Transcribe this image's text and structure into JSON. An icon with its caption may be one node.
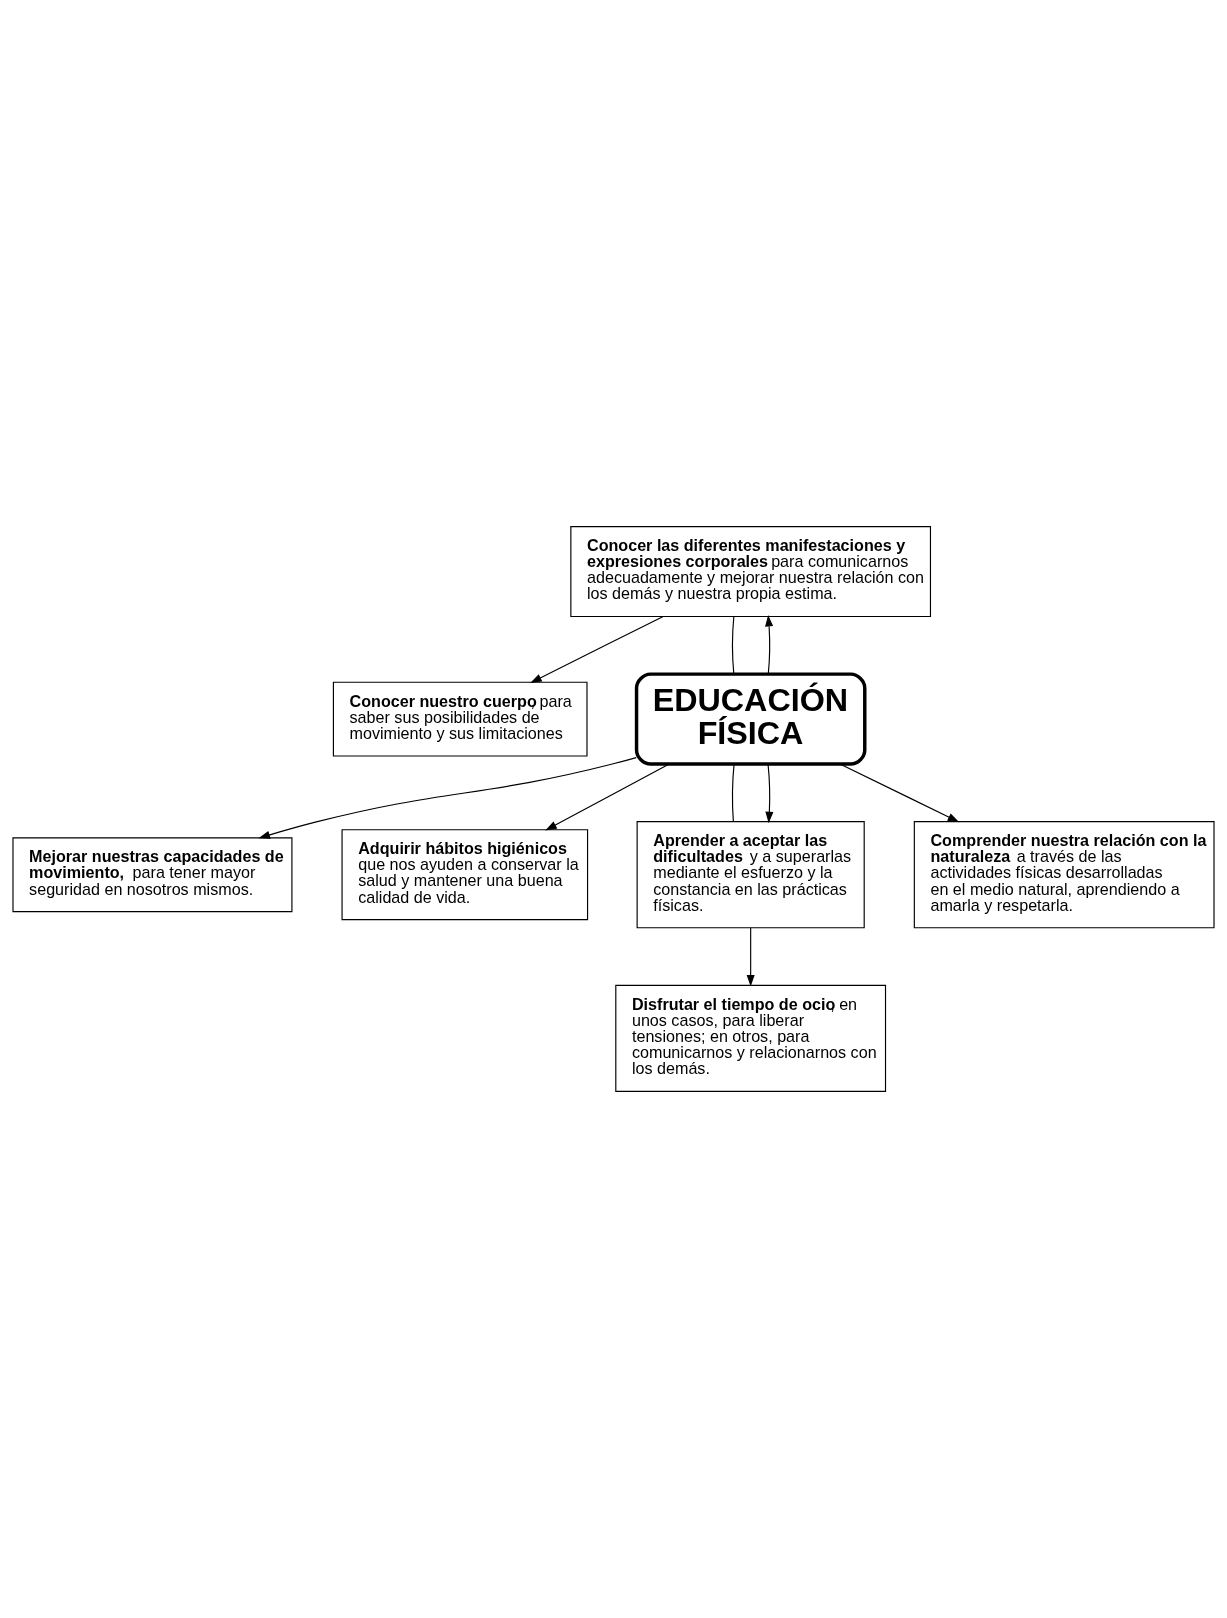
{
  "diagram": {
    "nodes": [
      {
        "text": [
          "**Conocer nuestro cuerpo**, para saber sus posibilidades de movimiento y sus limitaciones"
        ]
      },
      {
        "text": [
          "**Mejorar nuestras capacidades de movimiento,** para tener mayor seguridad en nosotros mismos."
        ]
      },
      {
        "text": [
          "**Conocer las diferentes manifestaciones y expresiones corporales** para comunicarnos adecuadamente y mejorar nuestra relación con los demás y nuestra propia estima."
        ]
      },
      {
        "text": [
          "EDUCACIÓN FÍSICA"
        ]
      },
      {
        "text": [
          "**Adquirir hábitos higiénicos** que nos ayuden a conservar la salud y mantener una buena calidad de vida."
        ]
      },
      {
        "text": [
          "**Aprender a aceptar las dificultades** y a superarlas mediante el esfuerzo y la constancia en las prácticas físicas."
        ]
      },
      {
        "text": [
          "**Disfrutar el tiempo de ocio**, en unos casos, para liberar tensiones; en otros, para comunicarnos y relacionarnos con los demás."
        ]
      },
      {
        "text": [
          "**Comprender nuestra relación con la naturaleza** a través de las actividades físicas desarrolladas en el medio natural, aprendiendo a amarla y respetarla."
        ]
      }
    ],
    "edges": [
      {
        "from": 2,
        "to": 0,
        "arrow": "to"
      },
      {
        "from": 3,
        "to": 1,
        "arrow": "to"
      },
      {
        "from": 3,
        "to": 2,
        "arrow": "to"
      },
      {
        "from": 2,
        "to": 3,
        "arrow": "none"
      },
      {
        "from": 3,
        "to": 4,
        "arrow": "to"
      },
      {
        "from": 3,
        "to": 5,
        "arrow": "none"
      },
      {
        "from": 3,
        "to": 5,
        "arrow": "to"
      },
      {
        "from": 5,
        "to": 6,
        "arrow": "to"
      },
      {
        "from": 3,
        "to": 7,
        "arrow": "to"
      }
    ]
  }
}
